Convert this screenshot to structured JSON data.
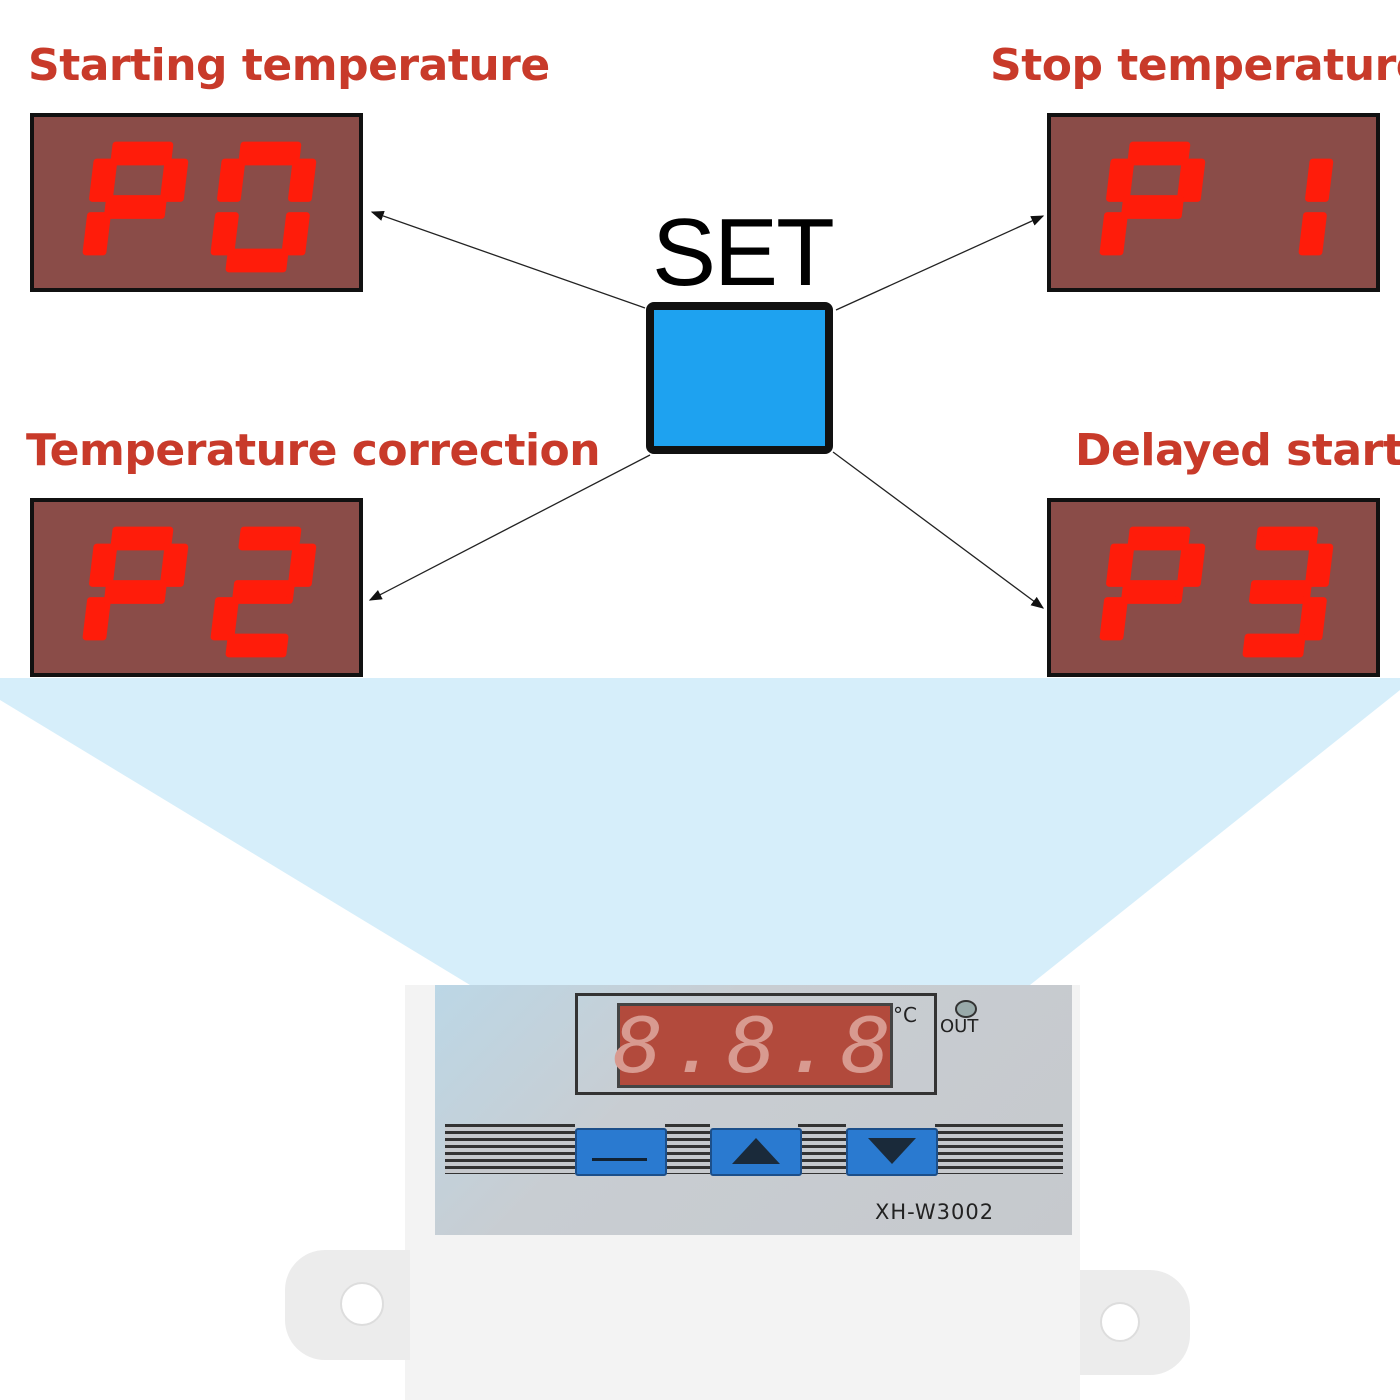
{
  "labels": {
    "p0": "Starting temperature",
    "p1": "Stop temperature",
    "p2": "Temperature correction",
    "p3": "Delayed start"
  },
  "displays": [
    {
      "code": "P0"
    },
    {
      "code": "P1"
    },
    {
      "code": "P2"
    },
    {
      "code": "P3"
    }
  ],
  "set_label": "SET",
  "device": {
    "readout": "8.8.8",
    "unit": "°C",
    "out_label": "OUT",
    "model": "XH-W3002",
    "keys": [
      "set-icon",
      "arrow-up-icon",
      "arrow-down-icon"
    ]
  },
  "colors": {
    "label": "#c83a2a",
    "display_bg": "#8a4c48",
    "segment_on": "#ff1c0a",
    "set_button": "#1ea2f0",
    "beam": "#d6eefa"
  }
}
